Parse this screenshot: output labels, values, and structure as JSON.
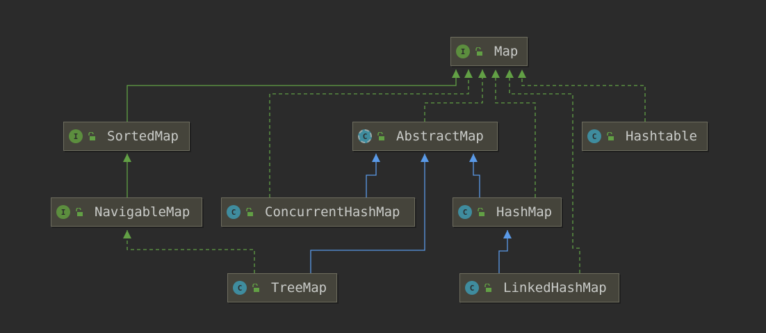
{
  "colors": {
    "background": "#2b2b2b",
    "node_fill": "#45443b",
    "node_border": "#6e6d5e",
    "text": "#c9cbc8",
    "interface_badge": "#5c8e3e",
    "class_badge": "#3f8c9e",
    "extends_edge": "#5a9ae8",
    "implements_edge": "#62a045"
  },
  "nodes": {
    "map": {
      "label": "Map",
      "badge": "I",
      "kind": "interface",
      "icon": "public-lock-icon"
    },
    "sortedmap": {
      "label": "SortedMap",
      "badge": "I",
      "kind": "interface",
      "icon": "public-lock-icon"
    },
    "abstractmap": {
      "label": "AbstractMap",
      "badge": "C",
      "kind": "abstract",
      "icon": "public-lock-icon"
    },
    "hashtable": {
      "label": "Hashtable",
      "badge": "C",
      "kind": "class",
      "icon": "public-lock-icon"
    },
    "navigablemap": {
      "label": "NavigableMap",
      "badge": "I",
      "kind": "interface",
      "icon": "public-lock-icon"
    },
    "concurrenthashmap": {
      "label": "ConcurrentHashMap",
      "badge": "C",
      "kind": "class",
      "icon": "public-lock-icon"
    },
    "hashmap": {
      "label": "HashMap",
      "badge": "C",
      "kind": "class",
      "icon": "public-lock-icon"
    },
    "treemap": {
      "label": "TreeMap",
      "badge": "C",
      "kind": "class",
      "icon": "public-lock-icon"
    },
    "linkedhashmap": {
      "label": "LinkedHashMap",
      "badge": "C",
      "kind": "class",
      "icon": "public-lock-icon"
    }
  },
  "edges": [
    {
      "from": "sortedmap",
      "to": "map",
      "relation": "extends-interface"
    },
    {
      "from": "navigablemap",
      "to": "sortedmap",
      "relation": "extends-interface"
    },
    {
      "from": "treemap",
      "to": "navigablemap",
      "relation": "implements"
    },
    {
      "from": "treemap",
      "to": "abstractmap",
      "relation": "extends"
    },
    {
      "from": "abstractmap",
      "to": "map",
      "relation": "implements"
    },
    {
      "from": "concurrenthashmap",
      "to": "map",
      "relation": "implements"
    },
    {
      "from": "concurrenthashmap",
      "to": "abstractmap",
      "relation": "extends"
    },
    {
      "from": "hashmap",
      "to": "abstractmap",
      "relation": "extends"
    },
    {
      "from": "hashmap",
      "to": "map",
      "relation": "implements"
    },
    {
      "from": "linkedhashmap",
      "to": "hashmap",
      "relation": "extends"
    },
    {
      "from": "linkedhashmap",
      "to": "map",
      "relation": "implements"
    },
    {
      "from": "hashtable",
      "to": "map",
      "relation": "implements"
    }
  ]
}
